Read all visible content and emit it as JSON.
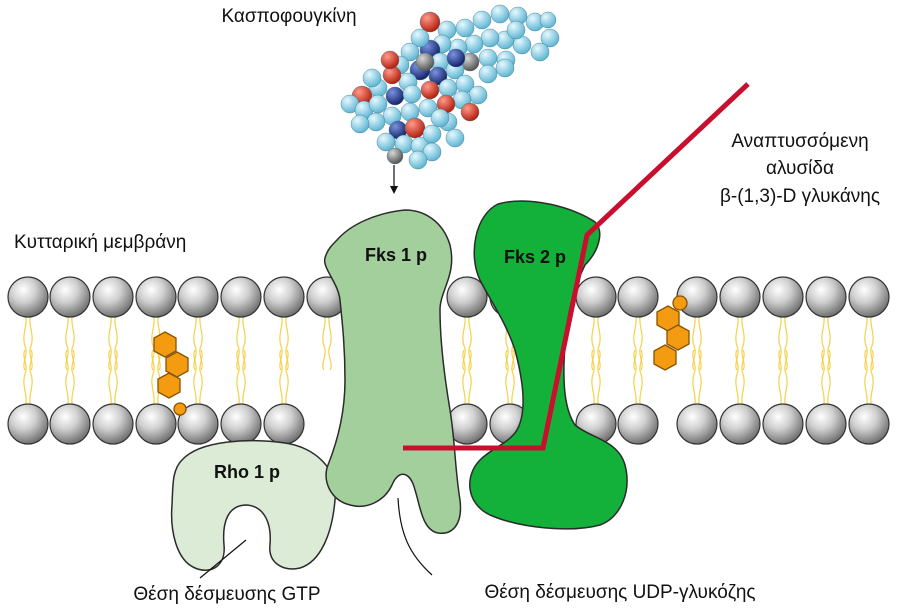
{
  "title_drug": "Κασποφουγκίνη",
  "membrane_label": "Κυτταρική μεμβράνη",
  "chain_label": {
    "line1": "Αναπτυσσόμενη",
    "line2": "αλυσίδα",
    "line3": "β-(1,3)-D γλυκάνης"
  },
  "proteins": {
    "fks1": "Fks 1 p",
    "fks2": "Fks 2 p",
    "rho1": "Rho 1 p"
  },
  "binding_sites": {
    "gtp": "Θέση δέσμευσης GTP",
    "udp": "Θέση δέσμευσης UDP-γλυκόζης"
  },
  "colors": {
    "fks1": "#a3cf9c",
    "fks2": "#13b13a",
    "rho1": "#dcebd6",
    "chain": "#c8102e",
    "lipid_tails": "#f3d24a",
    "sterol": "#f39c12",
    "lipid_head": "#b9b9b9",
    "atom_c": "#8fd3e8",
    "atom_o": "#e0301e",
    "atom_n": "#1f3a9a",
    "atom_grey": "#8a8a8a"
  },
  "icons": {
    "lipid_head": "sphere",
    "sterol": "hexagon-ring",
    "drug_molecule": "space-filling-model"
  }
}
